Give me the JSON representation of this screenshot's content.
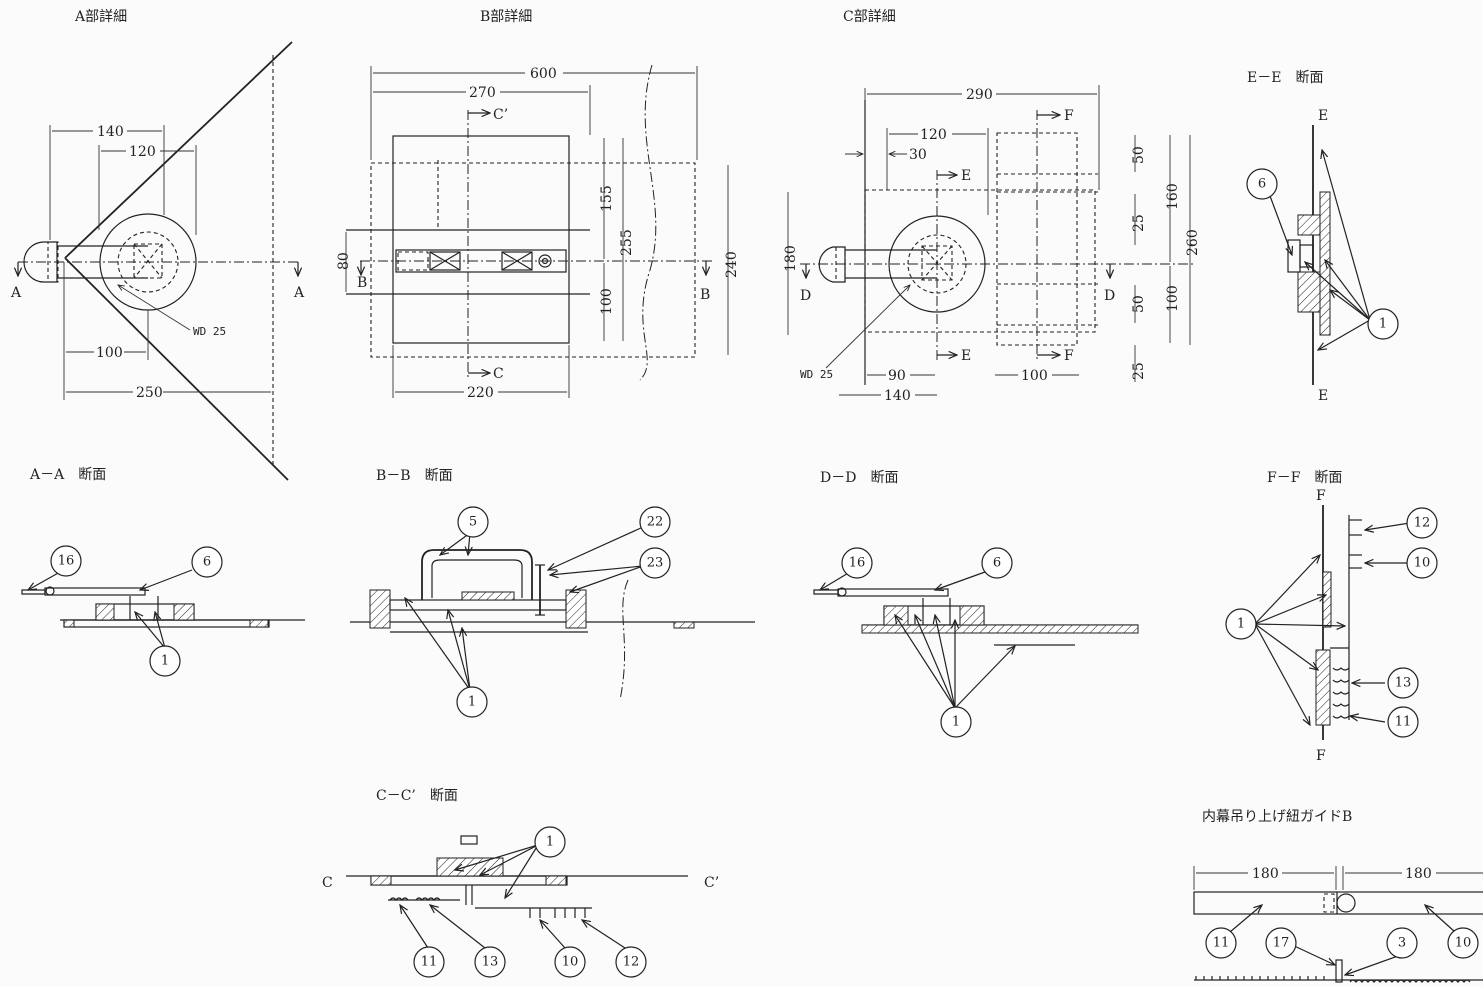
{
  "titles": {
    "a_detail": "A部詳細",
    "b_detail": "B部詳細",
    "c_detail": "C部詳細",
    "ee": "E－E　断面",
    "aa": "A－A　断面",
    "bb": "B－B　断面",
    "dd": "D－D　断面",
    "ff": "F－F　断面",
    "cc": "C－C’　断面",
    "guide": "内幕吊り上げ紐ガイドB"
  },
  "a_detail": {
    "dims": [
      "140",
      "120",
      "100",
      "250"
    ],
    "wd": "WD 25",
    "section": "A"
  },
  "b_detail": {
    "dims": [
      "600",
      "270",
      "220",
      "80",
      "155",
      "255",
      "100",
      "240"
    ],
    "sections": [
      "C’",
      "C",
      "B"
    ]
  },
  "c_detail": {
    "dims": [
      "290",
      "120",
      "30",
      "180",
      "90",
      "140",
      "100",
      "50",
      "25",
      "160",
      "260"
    ],
    "wd": "WD 25",
    "sections": [
      "F",
      "E",
      "D"
    ]
  },
  "bubbles": {
    "ee": [
      "6",
      "1"
    ],
    "aa": [
      "16",
      "6",
      "1"
    ],
    "bb": [
      "5",
      "22",
      "23",
      "1"
    ],
    "dd": [
      "16",
      "6",
      "1"
    ],
    "ff": [
      "12",
      "10",
      "1",
      "13",
      "11"
    ],
    "cc": [
      "1",
      "11",
      "13",
      "10",
      "12"
    ],
    "guide": [
      "11",
      "17",
      "3",
      "10"
    ]
  },
  "ee_labels": [
    "E"
  ],
  "ff_labels": [
    "F"
  ],
  "cc_labels": [
    "C",
    "C’"
  ],
  "guide_dims": [
    "180",
    "180"
  ]
}
